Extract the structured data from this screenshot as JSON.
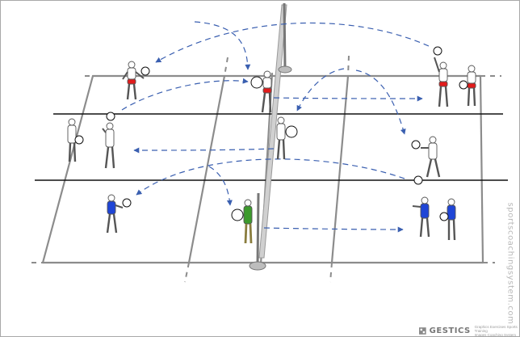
{
  "watermark": {
    "text": "sportscoachingsystem.com"
  },
  "brand": {
    "name": "GESTICS",
    "tagline_1": "Graphics Exercises Sports Training",
    "tagline_2": "Images Coaching System"
  },
  "colors": {
    "court_lines": "#8c8c8c",
    "attack_lines": "#111111",
    "pass_arrows": "#3a5fb0",
    "team_red": "#e21b1b",
    "team_blue": "#1f45d6",
    "coach_green": "#3c9a2c",
    "players_white": "#ffffff"
  },
  "icons": {
    "players": "person-figure-icon",
    "ball": "ball-icon",
    "brand": "gestics-logo-icon"
  }
}
